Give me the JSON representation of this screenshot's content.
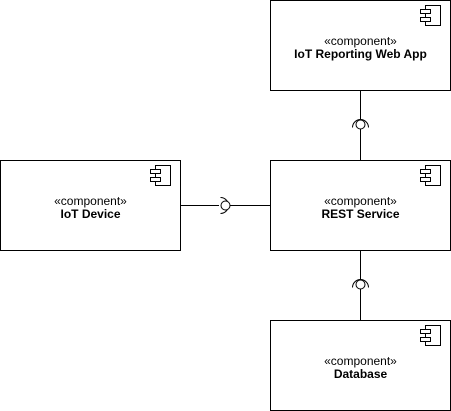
{
  "components": {
    "web_app": {
      "stereotype": "«component»",
      "name": "IoT Reporting Web App"
    },
    "device": {
      "stereotype": "«component»",
      "name": "IoT Device"
    },
    "rest": {
      "stereotype": "«component»",
      "name": "REST Service"
    },
    "database": {
      "stereotype": "«component»",
      "name": "Database"
    }
  },
  "icons": {
    "component_symbol": "component-icon"
  },
  "colors": {
    "stroke": "#000000",
    "fill": "#ffffff"
  }
}
